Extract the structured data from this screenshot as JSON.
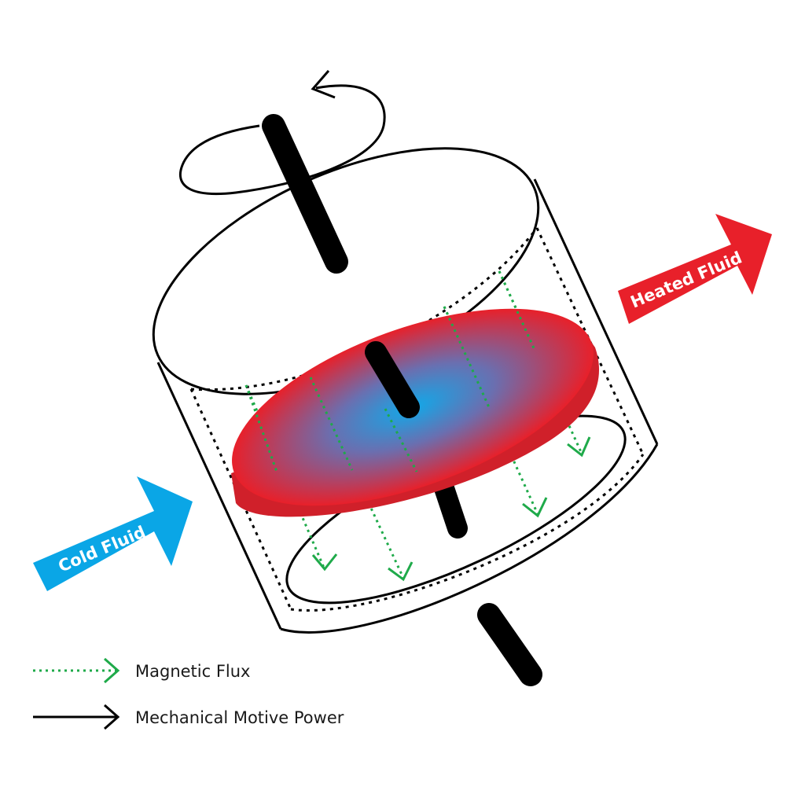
{
  "labels": {
    "cold_fluid": "Cold Fluid",
    "heated_fluid": "Heated Fluid"
  },
  "legend": {
    "magnetic_flux": "Magnetic Flux",
    "mechanical_power": "Mechanical Motive Power"
  },
  "colors": {
    "cold": "#0aa6e6",
    "hot": "#e8202a",
    "flux": "#1faa4a",
    "shaft": "#000000"
  }
}
